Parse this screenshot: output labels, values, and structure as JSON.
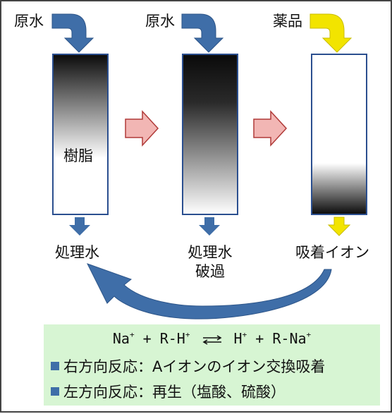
{
  "inputs": {
    "raw_water_1": "原水",
    "raw_water_2": "原水",
    "chemical": "薬品"
  },
  "columns": {
    "resin_label": "樹脂"
  },
  "outputs": {
    "treated_water_1": "処理水",
    "treated_water_2_line1": "処理水",
    "treated_water_2_line2": "破過",
    "absorbed_ions": "吸着イオン"
  },
  "legend": {
    "equation": {
      "left_a": "Na",
      "left_a_charge": "+",
      "plus_1": "+",
      "left_b": "R-H",
      "left_b_charge": "+",
      "right_a": "H",
      "right_a_charge": "+",
      "plus_2": "+",
      "right_b": "R-Na",
      "right_b_charge": "+"
    },
    "note_1": "右方向反応：Aイオンのイオン交換吸着",
    "note_2": "左方向反応：再生（塩酸、硫酸）"
  },
  "colors": {
    "inflow_arrow": "#3f6ea8",
    "chemical_arrow": "#f2e400",
    "process_arrow_fill": "#f2b6b4",
    "process_arrow_stroke": "#b03a38",
    "column_border": "#2b4f8f",
    "legend_background": "#d7f5d3"
  }
}
